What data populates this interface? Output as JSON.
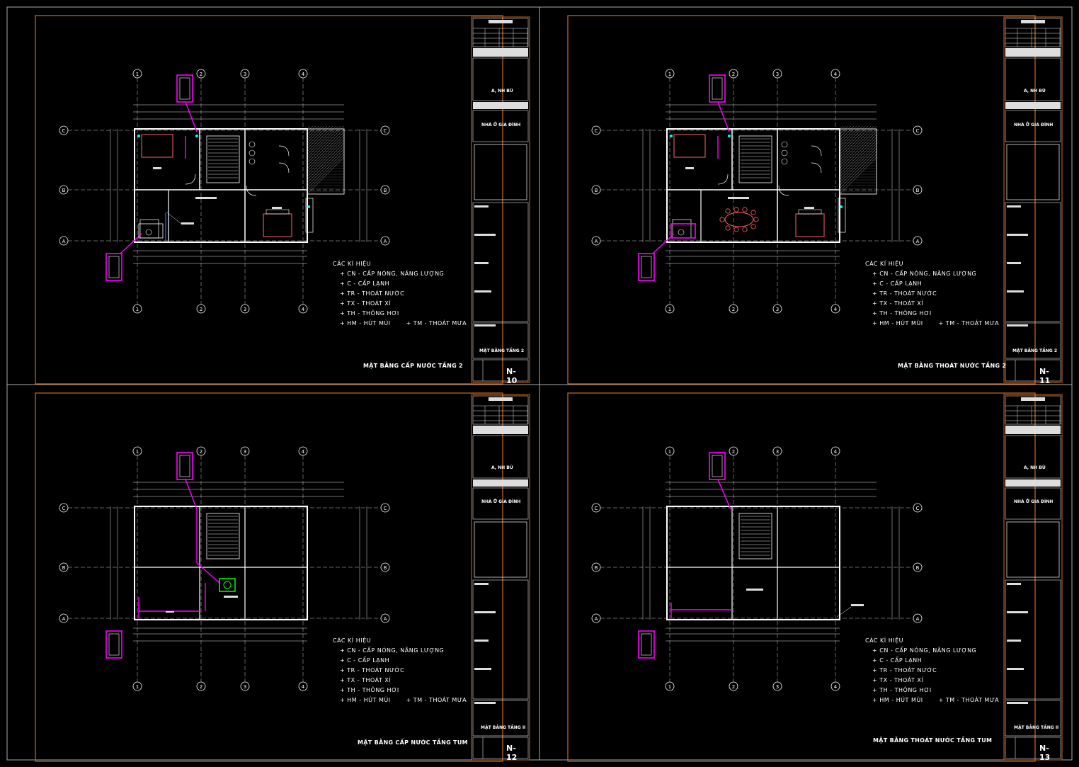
{
  "legend": {
    "heading": "CÁC KÍ HIỆU",
    "items": [
      "+ CN  -  CẤP NÓNG, NĂNG LƯỢNG",
      "+ C     -  CẤP LẠNH",
      "+ TR    -  THOÁT NƯỚC",
      "+ TX    -  THOÁT XÍ",
      "+ TH   -  THÔNG HƠI"
    ],
    "last_left": "+ HM  -  HÚT MÙI",
    "last_right": "+ TM  -  THOÁT MƯA"
  },
  "title_block": {
    "owner": "A, NH BÙ",
    "project": "NHÀ Ở GIA ĐÌNH"
  },
  "sheets": [
    {
      "plan_title": "MẶT BẰNG CẤP NƯỚC TẦNG 2",
      "tb_title": "MẶT BẰNG TẦNG 2",
      "sheet_no": "N-10"
    },
    {
      "plan_title": "MẶT BẰNG THOÁT NƯỚC TẦNG 2",
      "tb_title": "MẶT BẰNG TẦNG 2",
      "sheet_no": "N-11"
    },
    {
      "plan_title": "MẶT BẰNG CẤP NƯỚC TẦNG TUM",
      "tb_title": "MẶT BẰNG TẦNG II",
      "sheet_no": "N-12"
    },
    {
      "plan_title": "MẶT BẰNG THOÁT NƯỚC TẦNG TUM",
      "tb_title": "MẶT BẰNG TẦNG II",
      "sheet_no": "N-13"
    }
  ],
  "grid_labels": {
    "columns": [
      "1",
      "2",
      "3",
      "4"
    ],
    "rows": [
      "C",
      "B",
      "A"
    ]
  },
  "colors": {
    "frame": "#d2691e",
    "pipe": "#ff00ff",
    "grid": "#ffffff",
    "wall": "#ffffff",
    "furniture": "#ff6666",
    "tank": "#00ff00"
  }
}
